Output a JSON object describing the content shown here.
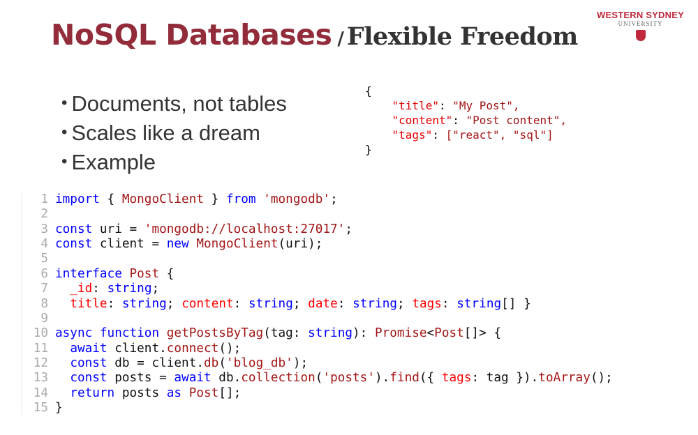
{
  "title": {
    "main": "NoSQL Databases",
    "separator": "/",
    "subtitle": "Flexible Freedom"
  },
  "logo": {
    "line1": "WESTERN SYDNEY",
    "line2": "UNIVERSITY"
  },
  "bullets": [
    "Documents, not tables",
    "Scales like a dream",
    "Example"
  ],
  "json_example": {
    "open": "{",
    "fields": [
      {
        "key": "\"title\"",
        "value": "\"My Post\","
      },
      {
        "key": "\"content\"",
        "value": "\"Post content\","
      },
      {
        "key": "\"tags\"",
        "value": "[\"react\", \"sql\"]"
      }
    ],
    "close": "}"
  },
  "colors": {
    "title": "#922b3a",
    "keyword": "#0000ff",
    "string": "#a31515",
    "property": "#ff0000"
  },
  "code": [
    [
      [
        "import",
        "kw"
      ],
      [
        " { ",
        "pl"
      ],
      [
        "MongoClient",
        "fn"
      ],
      [
        " } ",
        "pl"
      ],
      [
        "from",
        "kw"
      ],
      [
        " ",
        "pl"
      ],
      [
        "'mongodb'",
        "str"
      ],
      [
        ";",
        "pl"
      ]
    ],
    [],
    [
      [
        "const",
        "kw"
      ],
      [
        " uri = ",
        "pl"
      ],
      [
        "'mongodb://localhost:27017'",
        "str"
      ],
      [
        ";",
        "pl"
      ]
    ],
    [
      [
        "const",
        "kw"
      ],
      [
        " client = ",
        "pl"
      ],
      [
        "new",
        "kw"
      ],
      [
        " ",
        "pl"
      ],
      [
        "MongoClient",
        "fn"
      ],
      [
        "(uri);",
        "pl"
      ]
    ],
    [],
    [
      [
        "interface",
        "kw"
      ],
      [
        " ",
        "pl"
      ],
      [
        "Post",
        "fn"
      ],
      [
        " {",
        "pl"
      ]
    ],
    [
      [
        "  ",
        "pl"
      ],
      [
        "_id",
        "prop"
      ],
      [
        ": ",
        "pl"
      ],
      [
        "string",
        "typ"
      ],
      [
        ";",
        "pl"
      ]
    ],
    [
      [
        "  ",
        "pl"
      ],
      [
        "title",
        "prop"
      ],
      [
        ": ",
        "pl"
      ],
      [
        "string",
        "typ"
      ],
      [
        "; ",
        "pl"
      ],
      [
        "content",
        "prop"
      ],
      [
        ": ",
        "pl"
      ],
      [
        "string",
        "typ"
      ],
      [
        "; ",
        "pl"
      ],
      [
        "date",
        "prop"
      ],
      [
        ": ",
        "pl"
      ],
      [
        "string",
        "typ"
      ],
      [
        "; ",
        "pl"
      ],
      [
        "tags",
        "prop"
      ],
      [
        ": ",
        "pl"
      ],
      [
        "string",
        "typ"
      ],
      [
        "[] }",
        "pl"
      ]
    ],
    [],
    [
      [
        "async",
        "kw"
      ],
      [
        " ",
        "pl"
      ],
      [
        "function",
        "kw"
      ],
      [
        " ",
        "pl"
      ],
      [
        "getPostsByTag",
        "fn"
      ],
      [
        "(tag: ",
        "pl"
      ],
      [
        "string",
        "typ"
      ],
      [
        "): ",
        "pl"
      ],
      [
        "Promise",
        "fn"
      ],
      [
        "<",
        "pl"
      ],
      [
        "Post",
        "fn"
      ],
      [
        "[]> {",
        "pl"
      ]
    ],
    [
      [
        "  ",
        "pl"
      ],
      [
        "await",
        "kw"
      ],
      [
        " client.",
        "pl"
      ],
      [
        "connect",
        "fn"
      ],
      [
        "();",
        "pl"
      ]
    ],
    [
      [
        "  ",
        "pl"
      ],
      [
        "const",
        "kw"
      ],
      [
        " db = client.",
        "pl"
      ],
      [
        "db",
        "fn"
      ],
      [
        "(",
        "pl"
      ],
      [
        "'blog_db'",
        "str"
      ],
      [
        ");",
        "pl"
      ]
    ],
    [
      [
        "  ",
        "pl"
      ],
      [
        "const",
        "kw"
      ],
      [
        " posts = ",
        "pl"
      ],
      [
        "await",
        "kw"
      ],
      [
        " db.",
        "pl"
      ],
      [
        "collection",
        "fn"
      ],
      [
        "(",
        "pl"
      ],
      [
        "'posts'",
        "str"
      ],
      [
        ").",
        "pl"
      ],
      [
        "find",
        "fn"
      ],
      [
        "({ ",
        "pl"
      ],
      [
        "tags",
        "prop"
      ],
      [
        ": tag }).",
        "pl"
      ],
      [
        "toArray",
        "fn"
      ],
      [
        "();",
        "pl"
      ]
    ],
    [
      [
        "  ",
        "pl"
      ],
      [
        "return",
        "kw"
      ],
      [
        " posts ",
        "pl"
      ],
      [
        "as",
        "kw"
      ],
      [
        " ",
        "pl"
      ],
      [
        "Post",
        "fn"
      ],
      [
        "[];",
        "pl"
      ]
    ],
    [
      [
        "}",
        "pl"
      ]
    ]
  ]
}
